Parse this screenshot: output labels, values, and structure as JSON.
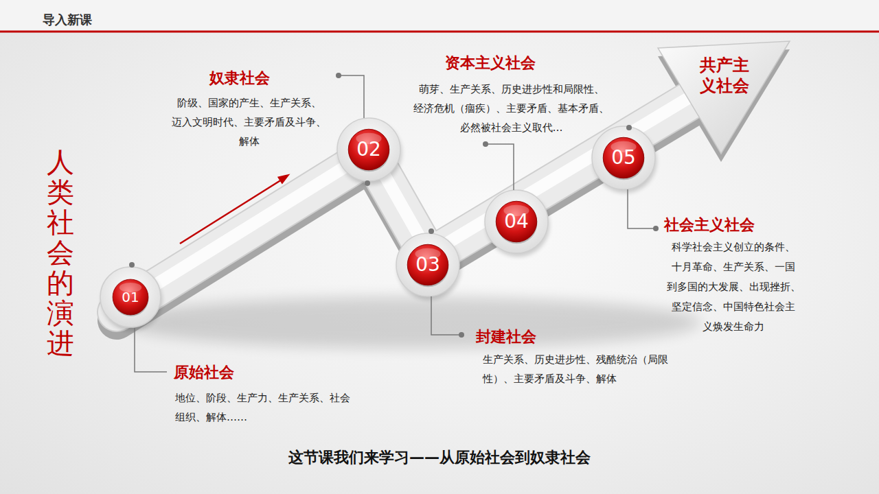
{
  "diagram": {
    "title": "人类社会的演进",
    "caption": "这节课我们来学习——从原始社会到奴隶社会",
    "nodes": [
      {
        "text": [
          "01"
        ]
      },
      {
        "text": [
          "02"
        ]
      },
      {
        "text": [
          "03"
        ]
      },
      {
        "text": [
          "04"
        ]
      },
      {
        "text": [
          "05"
        ]
      }
    ],
    "labels": [
      "导入新课",
      "奴隶社会",
      "阶级、国家的产生、生产关系、 迈入文明时代、主要矛盾及斗争、 解体",
      "资本主义社会",
      "萌芽、生产关系、历史进步性和局限性、 经济危机（痼疾）、主要矛盾、基本矛盾、 必然被社会主义取代…",
      "共产主 义社会",
      "社会主义社会",
      "科学社会主义创立的条件、 十月革命、生产关系、一国 到多国的大发展、出现挫折、 坚定信念、中国特色社会主 义焕发生命力",
      "封建社会",
      "生产关系、历史进步性、残酷统治（局限 性）、主要矛盾及斗争、解体",
      "原始社会",
      "地位、阶段、生产力、生产关系、社会 组织、解体……"
    ]
  }
}
